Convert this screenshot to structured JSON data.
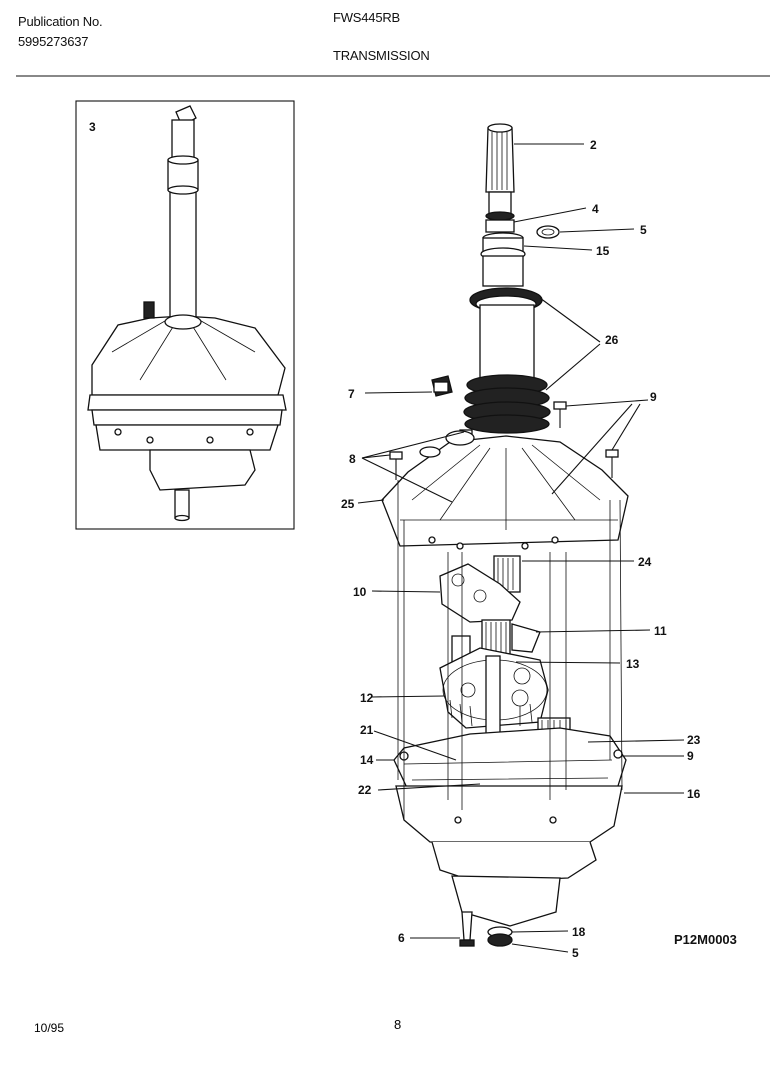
{
  "header": {
    "publication_label": "Publication No.",
    "publication_number": "5995273637",
    "model": "FWS445RB",
    "section_title": "TRANSMISSION"
  },
  "footer": {
    "date": "10/95",
    "page": "8",
    "diagram_code": "P12M0003"
  },
  "callouts": {
    "c3": "3",
    "c2": "2",
    "c4": "4",
    "c5a": "5",
    "c15": "15",
    "c26": "26",
    "c7": "7",
    "c9a": "9",
    "c8": "8",
    "c25": "25",
    "c24": "24",
    "c10": "10",
    "c11": "11",
    "c13": "13",
    "c12": "12",
    "c21": "21",
    "c14": "14",
    "c23": "23",
    "c9b": "9",
    "c22": "22",
    "c16": "16",
    "c6": "6",
    "c18": "18",
    "c5b": "5"
  }
}
